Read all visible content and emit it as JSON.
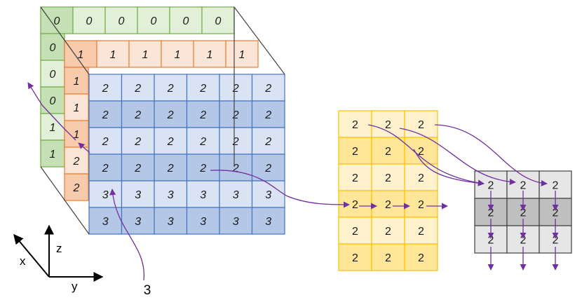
{
  "palette": {
    "green_fill": "#e2efd9",
    "green_alt": "#c5e0b4",
    "green_stroke": "#70ad47",
    "orange_fill": "#fbe5d6",
    "orange_alt": "#f8cbad",
    "orange_stroke": "#ed7d31",
    "blue_fill": "#dae3f3",
    "blue_alt": "#b4c7e7",
    "blue_stroke": "#4472c4",
    "yellow_fill": "#fff2cc",
    "yellow_alt": "#ffe699",
    "yellow_stroke": "#ffc000",
    "gray_fill": "#e7e6e6",
    "gray_alt": "#bfbfbf",
    "gray_stroke": "#404040",
    "arrow": "#7030a0"
  },
  "layers": {
    "green": {
      "top_row": [
        "0",
        "0",
        "0",
        "0",
        "0",
        "0"
      ],
      "left_col": [
        "0",
        "0",
        "0",
        "1",
        "1"
      ]
    },
    "orange": {
      "top_row": [
        "1",
        "1",
        "1",
        "1",
        "1",
        "1"
      ],
      "left_col": [
        "1",
        "1",
        "1",
        "2",
        "2"
      ]
    },
    "blue": {
      "rows": [
        [
          "2",
          "2",
          "2",
          "2",
          "2",
          "2"
        ],
        [
          "2",
          "2",
          "2",
          "2",
          "2",
          "2"
        ],
        [
          "2",
          "2",
          "2",
          "2",
          "2",
          "2"
        ],
        [
          "2",
          "2",
          "2",
          "2",
          "2",
          "2"
        ],
        [
          "3",
          "3",
          "3",
          "3",
          "3",
          "3"
        ],
        [
          "3",
          "3",
          "3",
          "3",
          "3",
          "3"
        ]
      ]
    }
  },
  "middle_grid": {
    "rows": [
      [
        "2",
        "2",
        "2"
      ],
      [
        "2",
        "2",
        "2"
      ],
      [
        "2",
        "2",
        "2"
      ],
      [
        "2",
        "2",
        "2"
      ],
      [
        "2",
        "2",
        "2"
      ],
      [
        "2",
        "2",
        "2"
      ]
    ]
  },
  "right_grid": {
    "rows": [
      [
        "2",
        "2",
        "2"
      ],
      [
        "2",
        "2",
        "2"
      ],
      [
        "2",
        "2",
        "2"
      ]
    ]
  },
  "callout": {
    "label": "3"
  },
  "axes": {
    "x": "x",
    "y": "y",
    "z": "z"
  }
}
